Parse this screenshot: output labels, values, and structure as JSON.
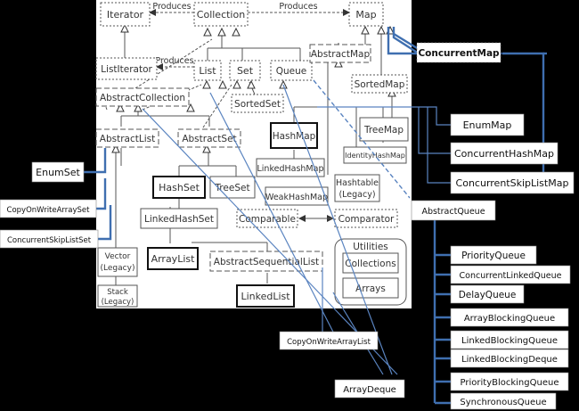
{
  "diagram": {
    "labels": {
      "produces_1": "Produces",
      "produces_2": "Produces",
      "produces_3": "Produces",
      "utilities": "Utilities"
    },
    "core": {
      "iterator": "Iterator",
      "collection": "Collection",
      "map": "Map",
      "list_iterator": "ListIterator",
      "list": "List",
      "set": "Set",
      "queue": "Queue",
      "abstract_map": "AbstractMap",
      "abstract_collection": "AbstractCollection",
      "sorted_map": "SortedMap",
      "sorted_set": "SortedSet",
      "abstract_list": "AbstractList",
      "abstract_set": "AbstractSet",
      "hash_map": "HashMap",
      "tree_map": "TreeMap",
      "linked_hash_map": "LinkedHashMap",
      "identity_hash_map": "IdentityHashMap",
      "weak_hash_map": "WeakHashMap",
      "hashtable_1": "Hashtable",
      "hashtable_2": "(Legacy)",
      "hash_set": "HashSet",
      "tree_set": "TreeSet",
      "linked_hash_set": "LinkedHashSet",
      "comparable": "Comparable",
      "comparator": "Comparator",
      "vector_1": "Vector",
      "vector_2": "(Legacy)",
      "array_list": "ArrayList",
      "abstract_sequential_list": "AbstractSequentialList",
      "stack_1": "Stack",
      "stack_2": "(Legacy)",
      "linked_list": "LinkedList",
      "collections": "Collections",
      "arrays": "Arrays"
    },
    "concurrent": {
      "concurrent_map": "ConcurrentMap",
      "enum_map": "EnumMap",
      "concurrent_hash_map": "ConcurrentHashMap",
      "concurrent_skip_list_map": "ConcurrentSkipListMap",
      "abstract_queue": "AbstractQueue",
      "priority_queue": "PriorityQueue",
      "concurrent_linked_queue": "ConcurrentLinkedQueue",
      "delay_queue": "DelayQueue",
      "array_blocking_queue": "ArrayBlockingQueue",
      "linked_blocking_queue": "LinkedBlockingQueue",
      "linked_blocking_deque": "LinkedBlockingDeque",
      "priority_blocking_queue": "PriorityBlockingQueue",
      "synchronous_queue": "SynchronousQueue",
      "enum_set": "EnumSet",
      "copy_on_write_array_set": "CopyOnWriteArraySet",
      "concurrent_skip_list_set": "ConcurrentSkipListSet",
      "copy_on_write_array_list": "CopyOnWriteArrayList",
      "array_deque": "ArrayDeque"
    }
  }
}
